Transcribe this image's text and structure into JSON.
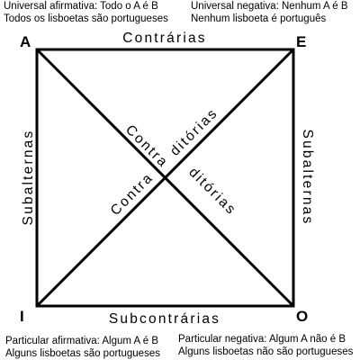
{
  "corners": {
    "a": "A",
    "e": "E",
    "i": "I",
    "o": "O"
  },
  "captions": {
    "a": {
      "line1": "Universal afirmativa: Todo o A é B",
      "line2": "Todos os lisboetas são portugueses"
    },
    "e": {
      "line1": "Universal negativa: Nenhum A é B",
      "line2": "Nenhum lisboeta é português"
    },
    "i": {
      "line1": "Particular afirmativa: Algum A é B",
      "line2": "Alguns lisboetas são portugueses"
    },
    "o": {
      "line1": "Particular negativa: Algum A não é B",
      "line2": "Alguns lisboetas não são portugueses"
    }
  },
  "relations": {
    "top": "Contrárias",
    "bottom": "Subcontrárias",
    "left": "Subalternas",
    "right": "Subalternas",
    "diag_upper_left": "Contra",
    "diag_upper_right": "ditórias",
    "diag_lower_left": "Contra",
    "diag_lower_right": "ditórias"
  }
}
